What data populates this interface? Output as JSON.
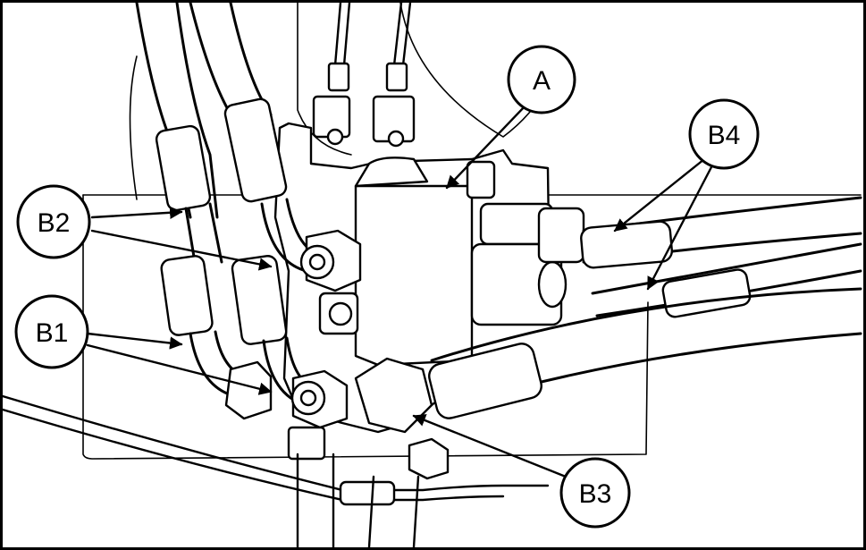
{
  "callouts": {
    "a": "A",
    "b1": "B1",
    "b2": "B2",
    "b3": "B3",
    "b4": "B4"
  },
  "colors": {
    "ink": "#000000",
    "paper": "#ffffff"
  }
}
